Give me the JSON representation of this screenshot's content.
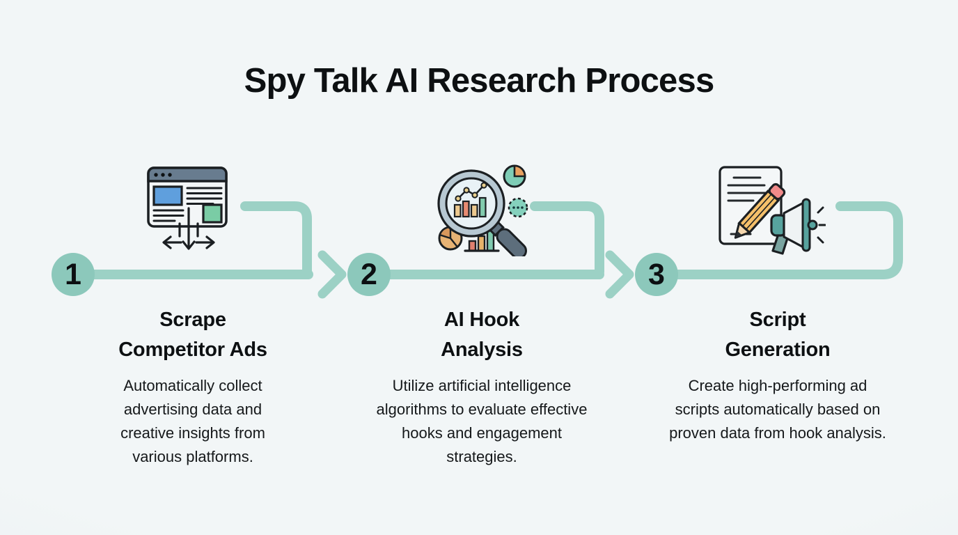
{
  "title": "Spy Talk AI Research Process",
  "colors": {
    "background": "#eff3f5",
    "connector": "#9cd1c5",
    "circle": "#8cc8bb",
    "ink": "#14181b",
    "accent_blue": "#5f9fdd",
    "accent_green": "#7acca5",
    "accent_orange": "#e8a862",
    "accent_salmon": "#e78b72",
    "accent_teal": "#57a39e",
    "pencil_yellow": "#f5c06a"
  },
  "steps": [
    {
      "number": "1",
      "icon": "browser-data-scrape-icon",
      "title_lines": [
        "Scrape",
        "Competitor Ads"
      ],
      "description": "Automatically collect advertising data and creative insights from various platforms."
    },
    {
      "number": "2",
      "icon": "magnifier-analytics-icon",
      "title_lines": [
        "AI Hook",
        "Analysis"
      ],
      "description": "Utilize artificial intelligence algorithms to evaluate effective hooks and engagement strategies."
    },
    {
      "number": "3",
      "icon": "script-megaphone-icon",
      "title_lines": [
        "Script",
        "Generation"
      ],
      "description": "Create high-performing ad scripts automatically based on proven data from hook analysis."
    }
  ]
}
